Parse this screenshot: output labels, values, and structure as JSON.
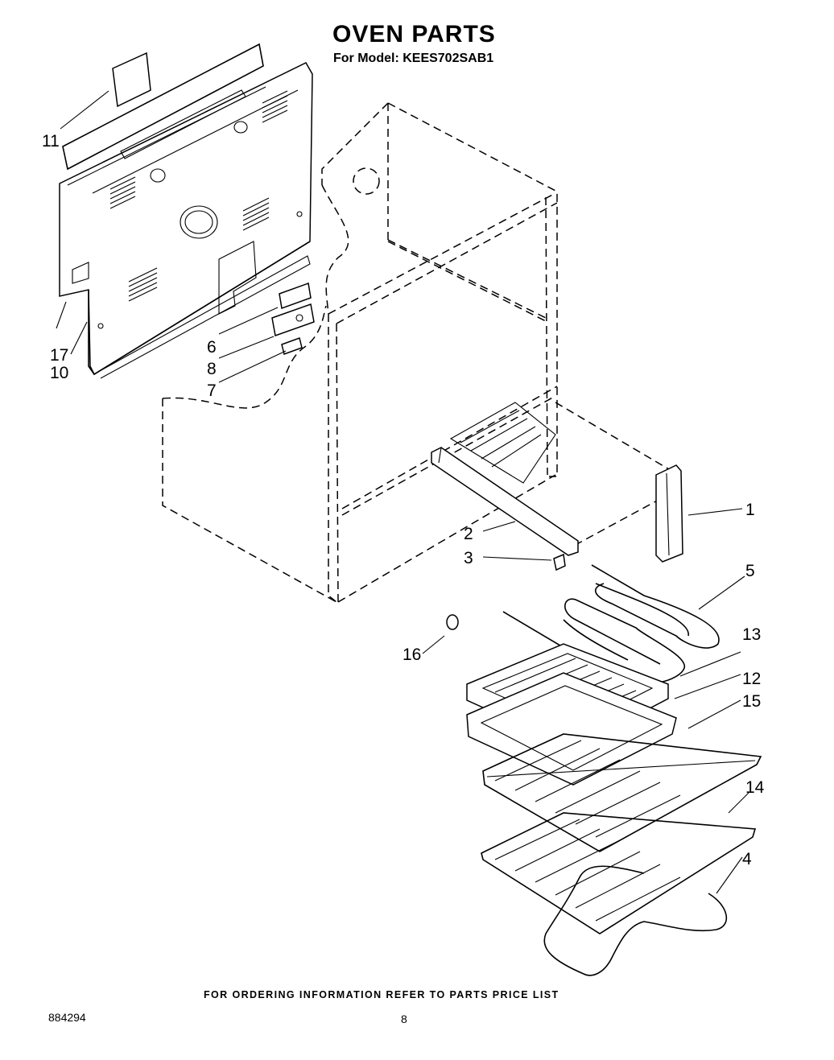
{
  "header": {
    "title": "OVEN PARTS",
    "model": "For Model: KEES702SAB1"
  },
  "callouts": {
    "c1": "1",
    "c2": "2",
    "c3": "3",
    "c4": "4",
    "c5": "5",
    "c6": "6",
    "c7": "7",
    "c8": "8",
    "c10": "10",
    "c11": "11",
    "c12": "12",
    "c13": "13",
    "c14": "14",
    "c15": "15",
    "c16": "16",
    "c17": "17"
  },
  "footer": {
    "note": "FOR ORDERING INFORMATION REFER TO PARTS PRICE LIST",
    "doc_number": "884294",
    "page": "8"
  }
}
